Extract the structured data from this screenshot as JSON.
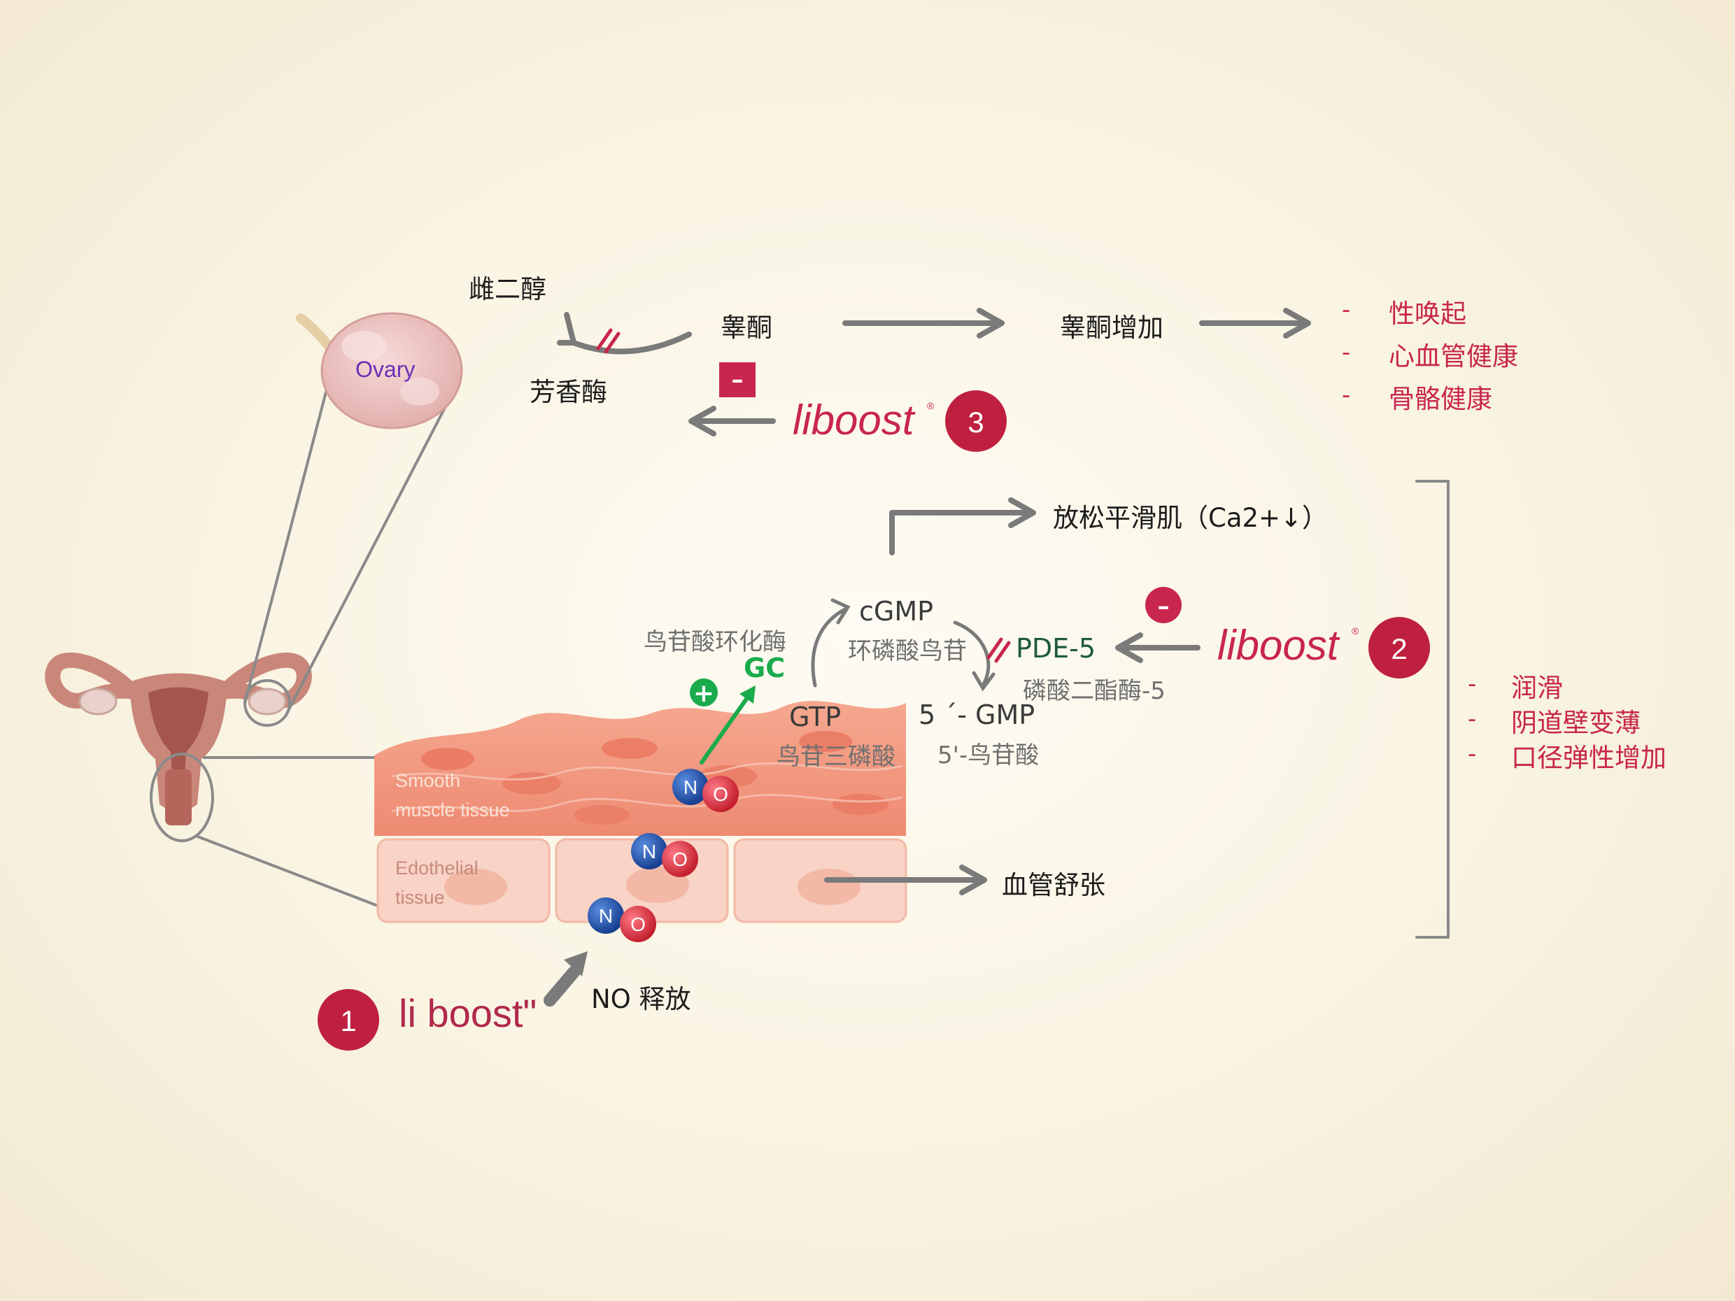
{
  "colors": {
    "accent_red": "#c8264c",
    "logo_pink": "#c8264c",
    "arrow_gray": "#7a7a7a",
    "gc_green": "#1aab4c",
    "no_blue": "#1d55b4",
    "no_red": "#e2344a",
    "tissue_salmon": "#f29a80",
    "uterus": "#c9877a"
  },
  "labels": {
    "ovary": "Ovary",
    "estradiol": "雌二醇",
    "testosterone": "睾酮",
    "aromatase": "芳香酶",
    "testosterone_up": "睾酮增加",
    "relax_muscle": "放松平滑肌（Ca2+↓）",
    "gc_enzyme": "鸟苷酸环化酶",
    "gc": "GC",
    "cgmp": "cGMP",
    "cgmp_cn": "环磷酸鸟苷",
    "pde5": "PDE-5",
    "pde5_cn": "磷酸二酯酶-5",
    "gtp": "GTP",
    "gtp_cn": "鸟苷三磷酸",
    "gmp": "5 ´- GMP",
    "gmp_cn": "5'-鸟苷酸",
    "smooth_1": "Smooth",
    "smooth_2": "muscle tissue",
    "endo_1": "Edothelial",
    "endo_2": "tissue",
    "vasodilation": "血管舒张",
    "no_release": "NO 释放",
    "minus": "–",
    "plus": "+",
    "dash": "-",
    "no_n": "N",
    "no_o": "O"
  },
  "brand": {
    "logo_1": "li boost\"",
    "logo_2": "liboost",
    "logo_3": "liboost",
    "reg": "®",
    "step_1": "1",
    "step_2": "2",
    "step_3": "3"
  },
  "benefits_top": [
    "性唤起",
    "心血管健康",
    "骨骼健康"
  ],
  "benefits_bottom": [
    "润滑",
    "阴道壁变薄",
    "口径弹性增加"
  ]
}
